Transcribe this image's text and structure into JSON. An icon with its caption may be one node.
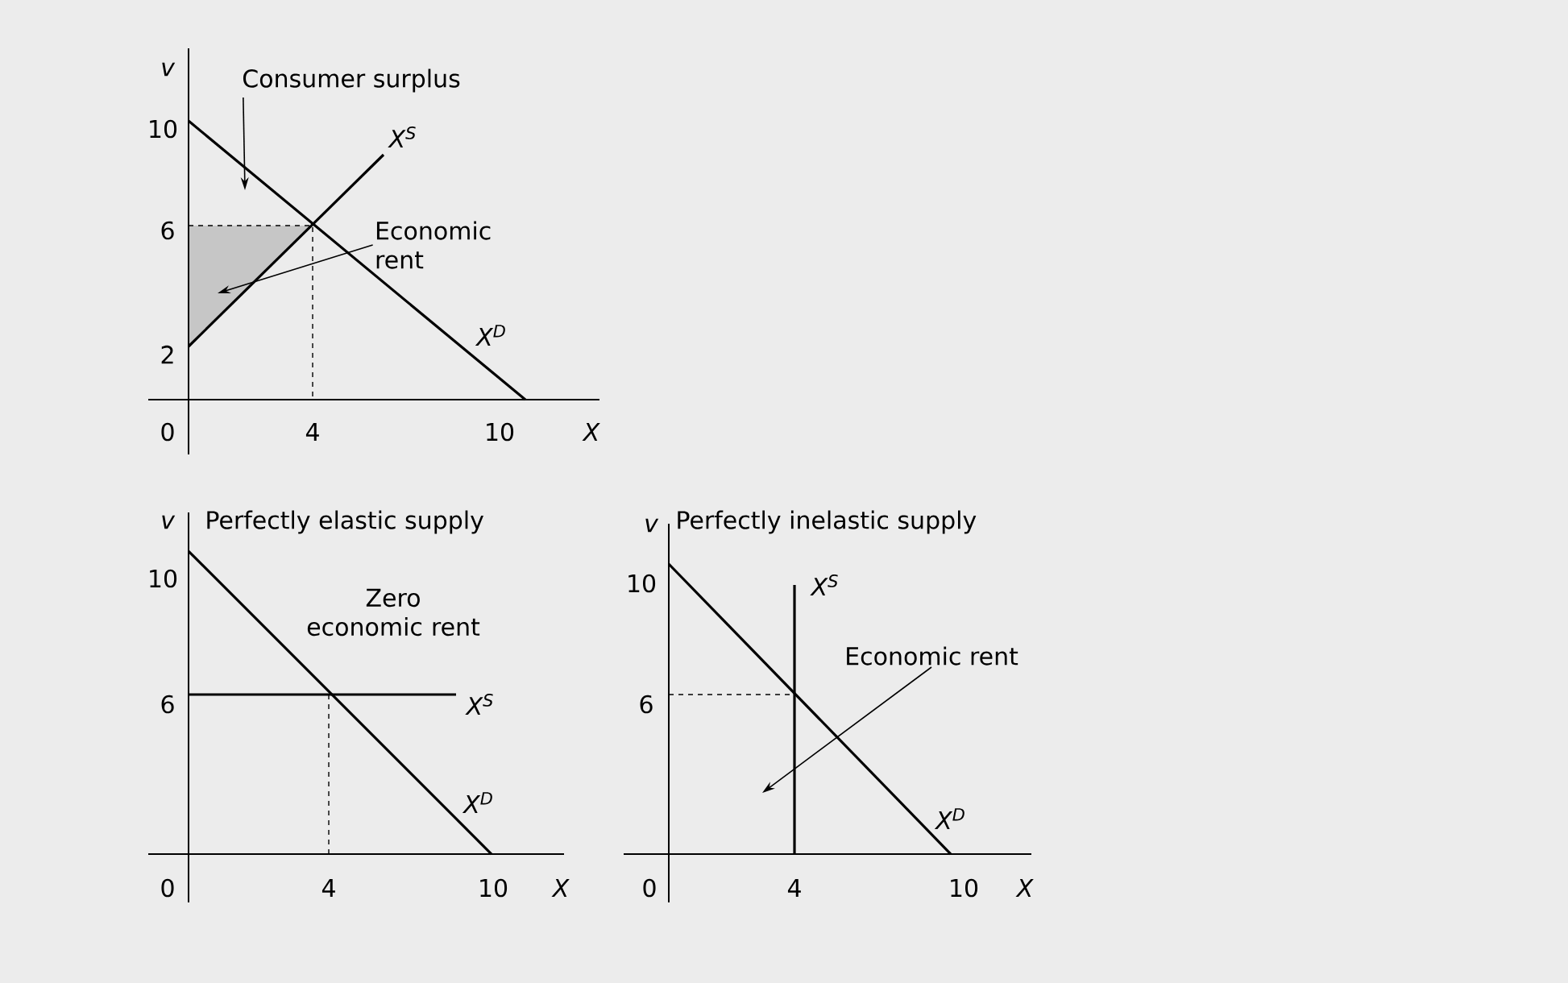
{
  "diagram": {
    "nodes": [
      {
        "text": [
          "Consumer surplus"
        ]
      },
      {
        "text": [
          "Economic rent"
        ]
      },
      {
        "text": [
          "Economic rent"
        ]
      }
    ],
    "edges": [
      {
        "from": 0,
        "to": null,
        "arrow": "to"
      },
      {
        "from": 1,
        "to": null,
        "arrow": "to"
      },
      {
        "from": 2,
        "to": null,
        "arrow": "to"
      }
    ],
    "labels": [
      "v",
      "10",
      "6",
      "2",
      "0",
      "4",
      "10",
      "X",
      "X$^{S}$",
      "X$^{D}$",
      "v",
      "Perfectly elastic supply",
      "10",
      "Zero economic rent",
      "6",
      "X$^{S}$",
      "X$^{D}$",
      "0",
      "4",
      "10",
      "X",
      "v",
      "Perfectly inelastic supply",
      "10",
      "X$^{S}$",
      "6",
      "X$^{D}$",
      "0",
      "4",
      "10",
      "X"
    ]
  }
}
